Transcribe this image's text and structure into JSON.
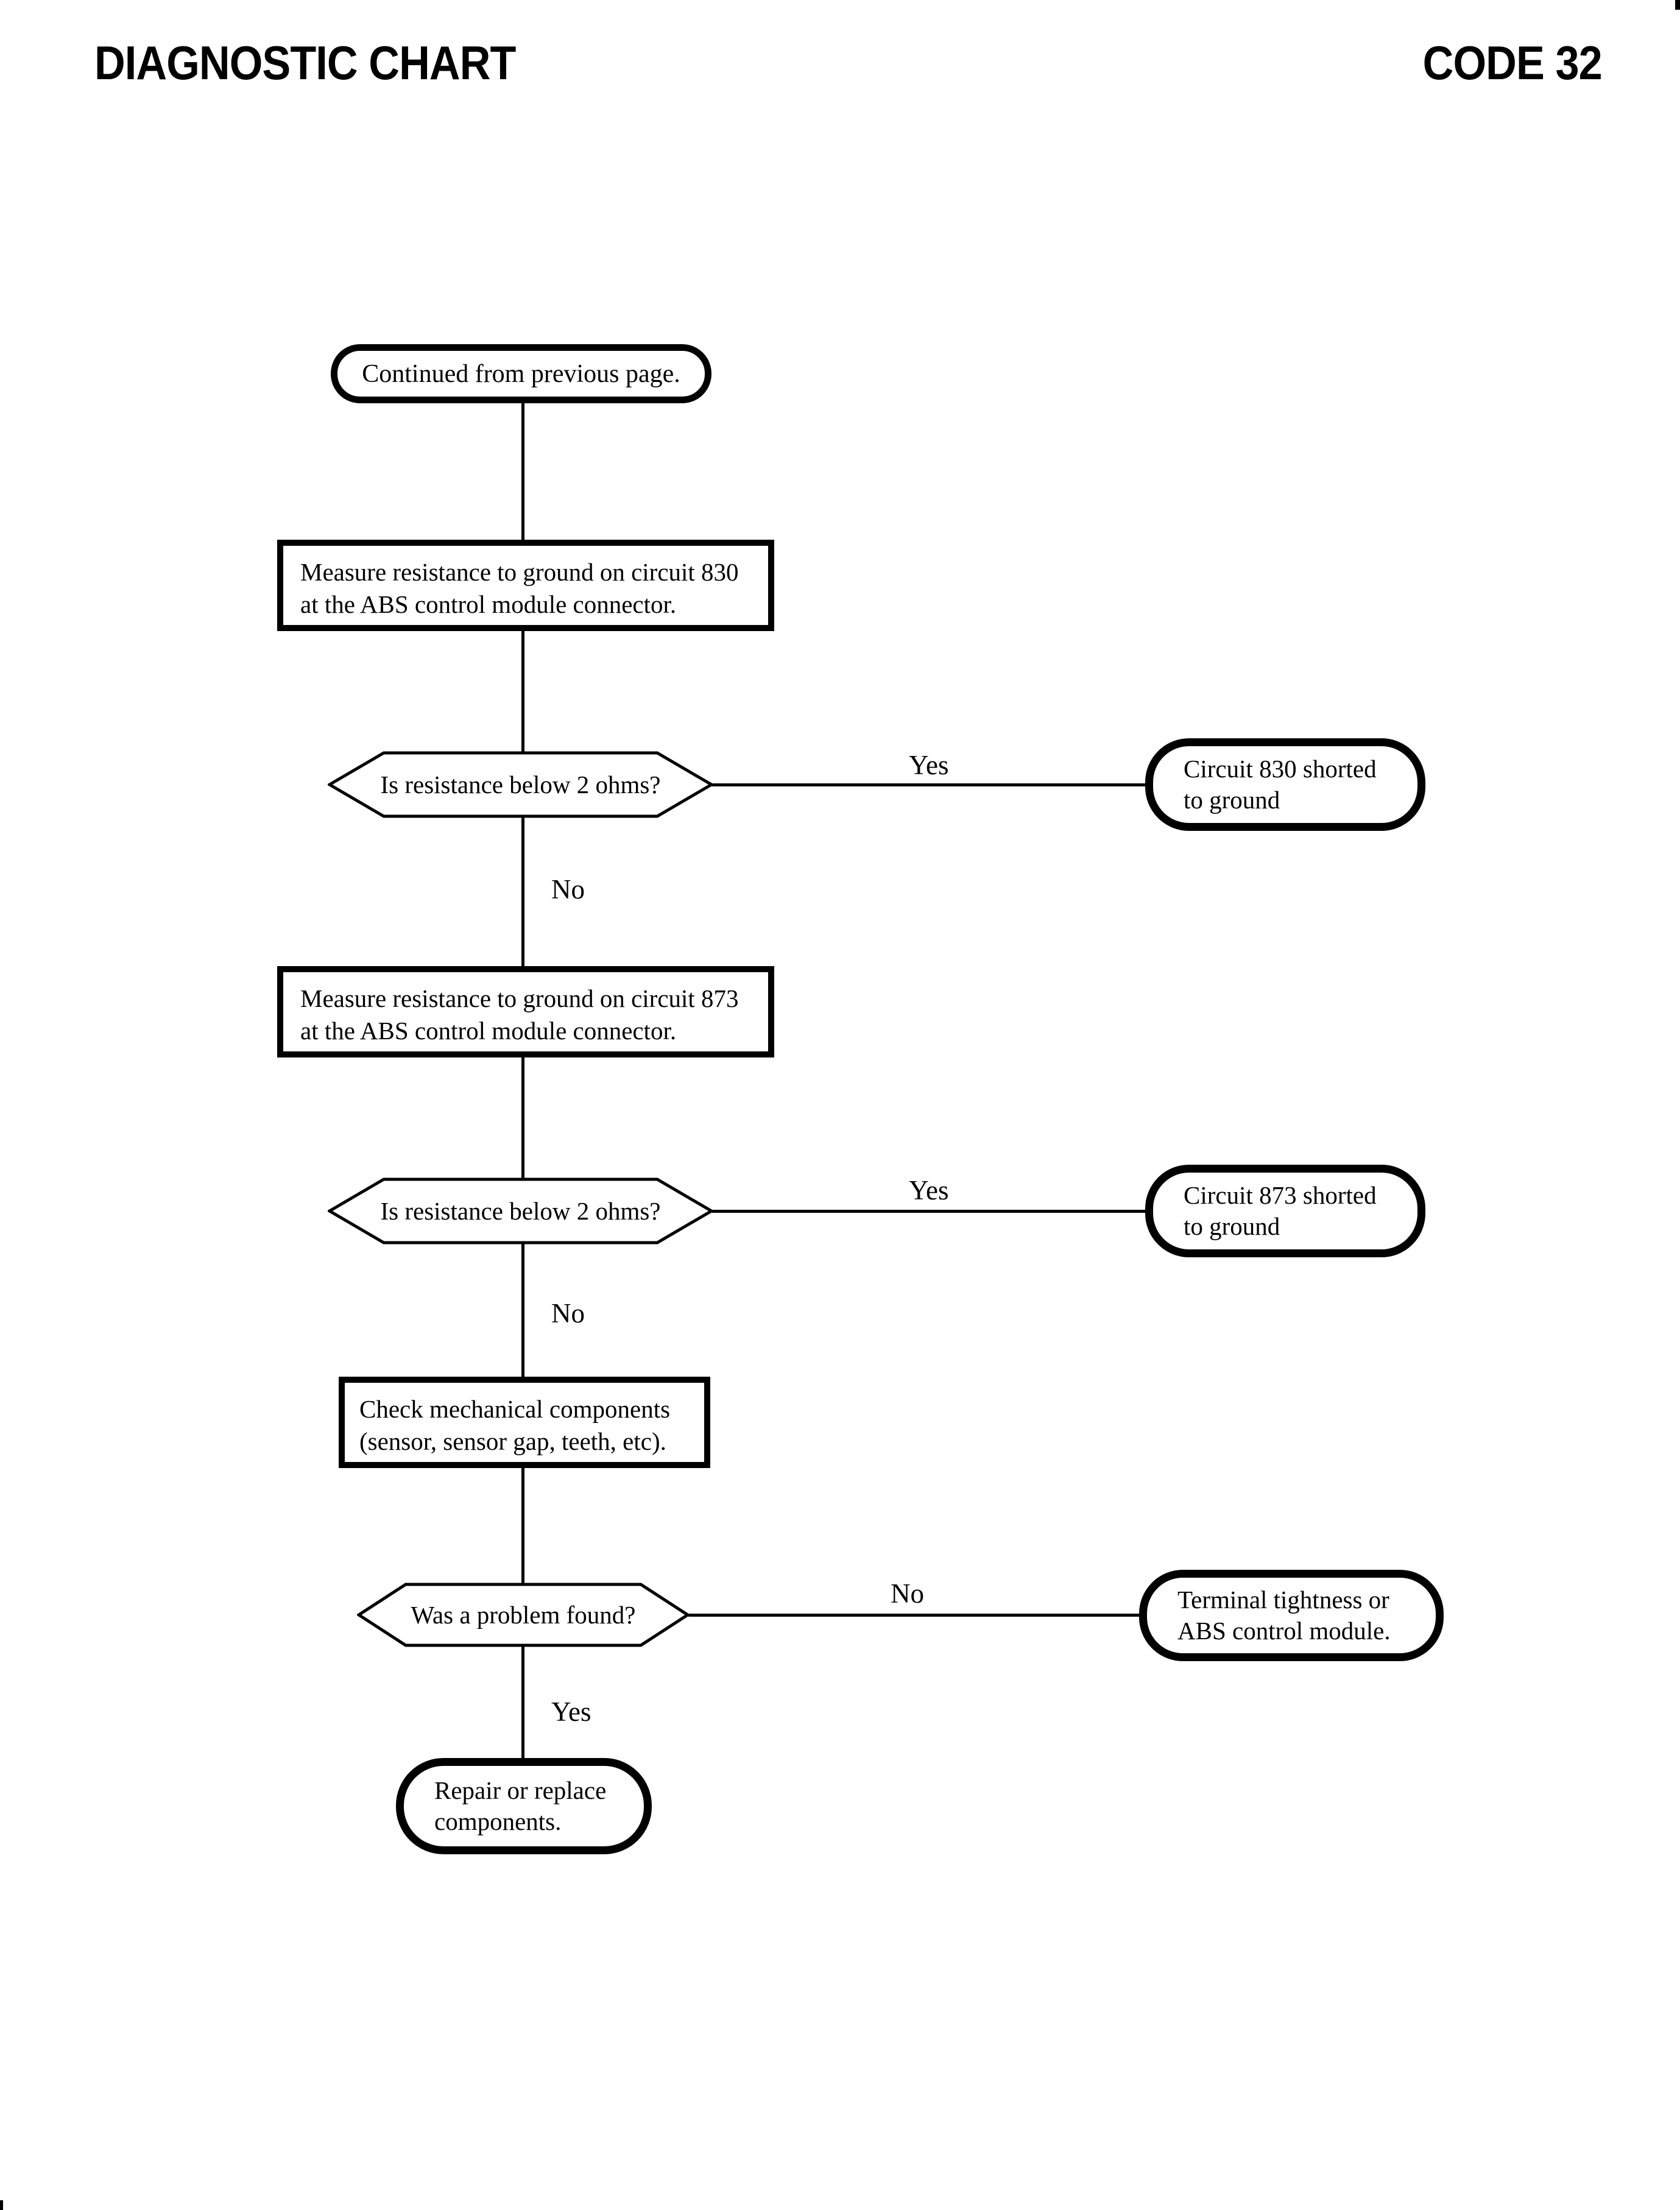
{
  "header": {
    "title": "DIAGNOSTIC CHART",
    "code": "CODE 32"
  },
  "labels": {
    "yes": "Yes",
    "no": "No"
  },
  "colors": {
    "ink": "#000000",
    "paper": "#ffffff"
  },
  "nodes": {
    "start": {
      "text": "Continued from previous page."
    },
    "measure_830": {
      "line1": "Measure resistance to ground on circuit 830",
      "line2": "at the ABS control module connector."
    },
    "decision_830": {
      "text": "Is resistance below 2 ohms?"
    },
    "result_830": {
      "line1": "Circuit 830 shorted",
      "line2": "to ground"
    },
    "measure_873": {
      "line1": "Measure resistance to ground on circuit 873",
      "line2": "at the ABS control module connector."
    },
    "decision_873": {
      "text": "Is resistance below 2 ohms?"
    },
    "result_873": {
      "line1": "Circuit 873 shorted",
      "line2": "to ground"
    },
    "check_mechanical": {
      "line1": "Check mechanical components",
      "line2": "(sensor, sensor gap, teeth, etc)."
    },
    "decision_problem": {
      "text": "Was a problem found?"
    },
    "result_terminal": {
      "line1": "Terminal tightness or",
      "line2": "ABS control module."
    },
    "result_repair": {
      "line1": "Repair or replace",
      "line2": "components."
    }
  }
}
